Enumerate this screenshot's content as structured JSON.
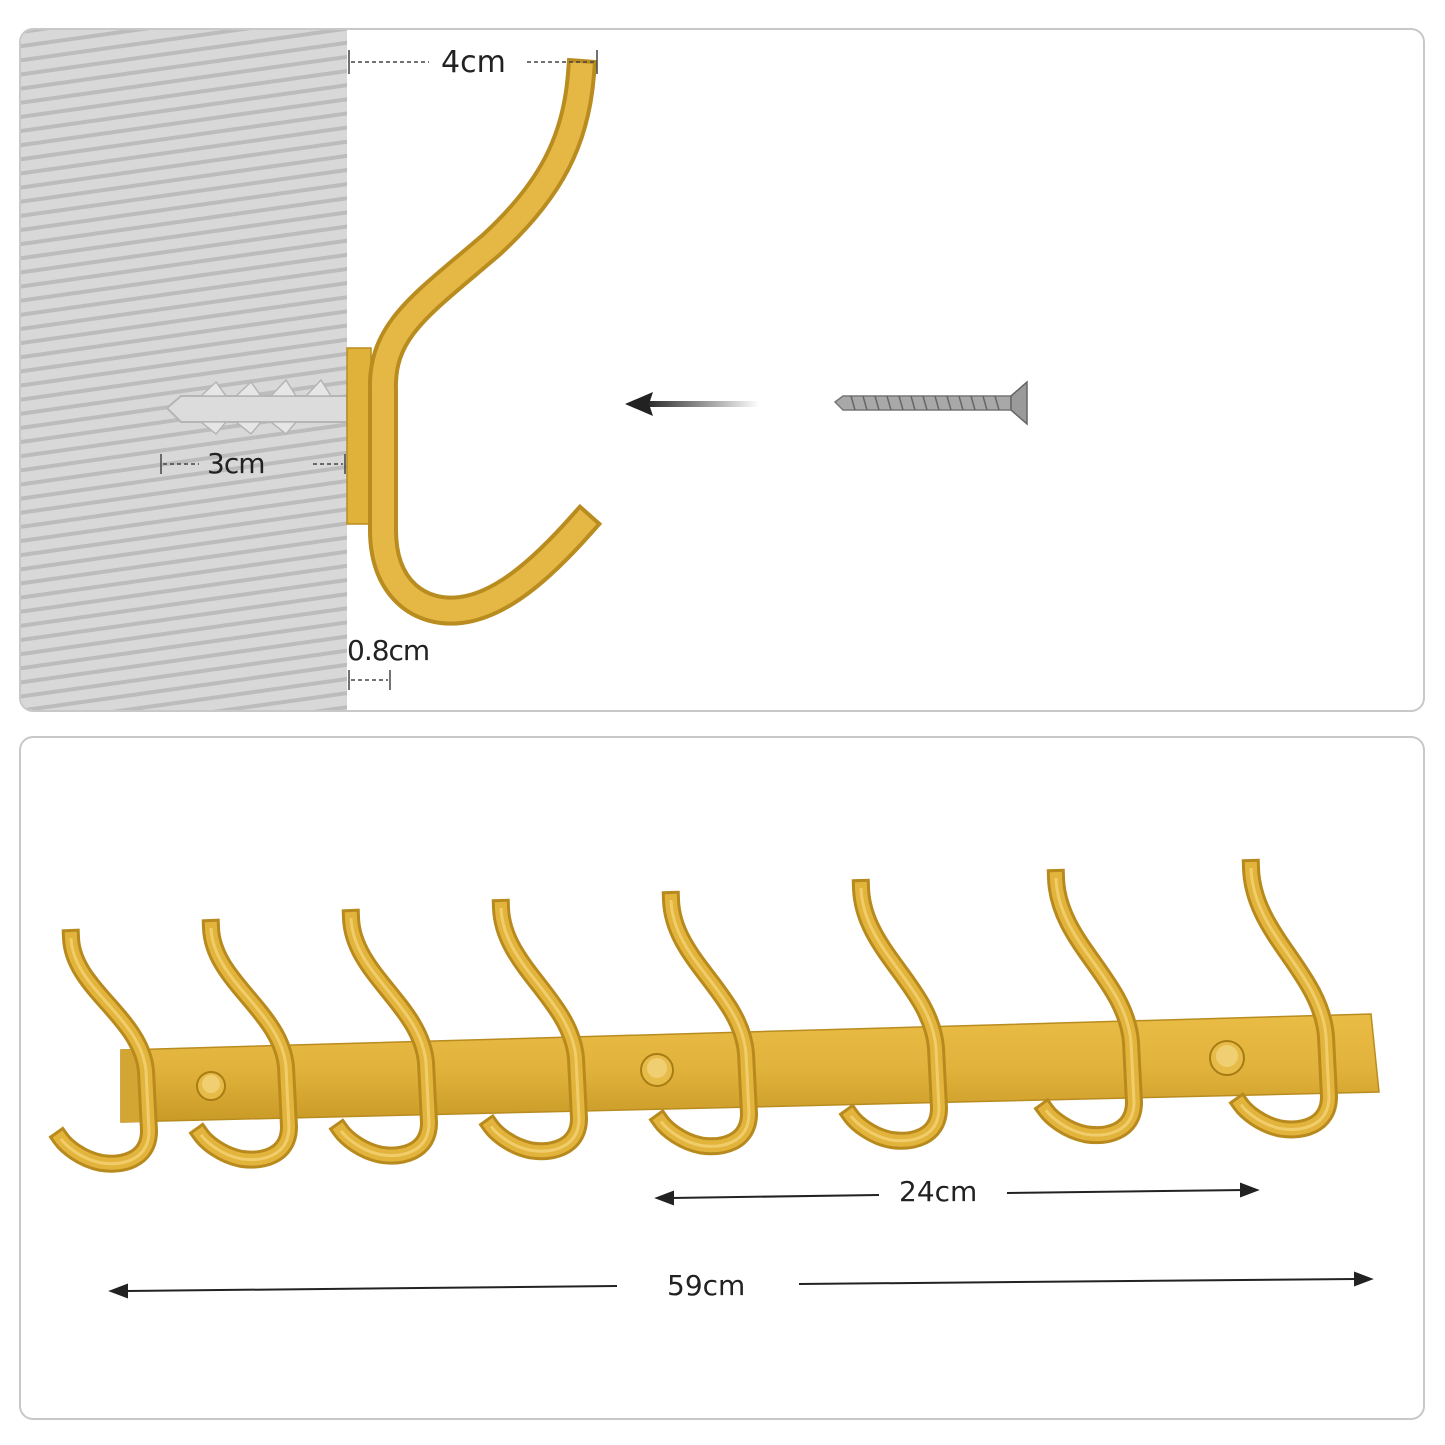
{
  "dimensions": {
    "hook_depth": "4cm",
    "anchor_length": "3cm",
    "plate_thickness": "0.8cm",
    "hook_spacing": "24cm",
    "total_length": "59cm"
  },
  "colors": {
    "gold": "#e2b43c",
    "gold_dark": "#b88a1e",
    "gold_light": "#f0cd6a",
    "wall": "#d6d6d6",
    "wall_stripe": "#bdbdbd",
    "anchor": "#d9d9d9",
    "screw": "#8c8c8c"
  },
  "hooks": {
    "count": 8
  }
}
